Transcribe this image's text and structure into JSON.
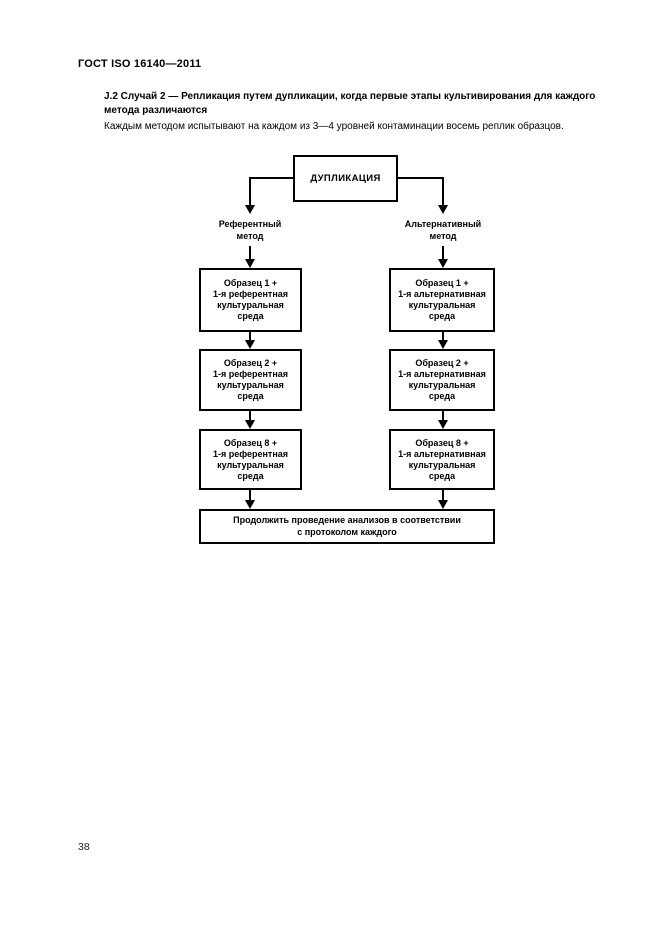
{
  "page": {
    "header": "ГОСТ ISO 16140—2011",
    "page_number": "38"
  },
  "section": {
    "heading_line1": "J.2  Случай 2 — Репликация путем дупликации, когда первые этапы культивирования для каждого",
    "heading_line2": "метода различаются",
    "intro": "Каждым методом испытывают на каждом из 3—4  уровней контаминации восемь реплик образцов."
  },
  "flowchart": {
    "root_label": "ДУПЛИКАЦИЯ",
    "columns": {
      "left": {
        "method": [
          "Референтный",
          "метод"
        ],
        "boxes": [
          [
            "Образец 1 +",
            "1-я референтная",
            "культуральная",
            "среда"
          ],
          [
            "Образец 2 +",
            "1-я референтная",
            "культуральная",
            "среда"
          ],
          [
            "Образец 8 +",
            "1-я референтная",
            "культуральная",
            "среда"
          ]
        ]
      },
      "right": {
        "method": [
          "Альтернативный",
          "метод"
        ],
        "boxes": [
          [
            "Образец 1 +",
            "1-я альтернативная",
            "культуральная",
            "среда"
          ],
          [
            "Образец 2 +",
            "1-я альтернативная",
            "культуральная",
            "среда"
          ],
          [
            "Образец 8 +",
            "1-я альтернативная",
            "культуральная",
            "среда"
          ]
        ]
      }
    },
    "final_line1": "Продолжить проведение анализов в соответствии",
    "final_line2": "с протоколом каждого"
  }
}
